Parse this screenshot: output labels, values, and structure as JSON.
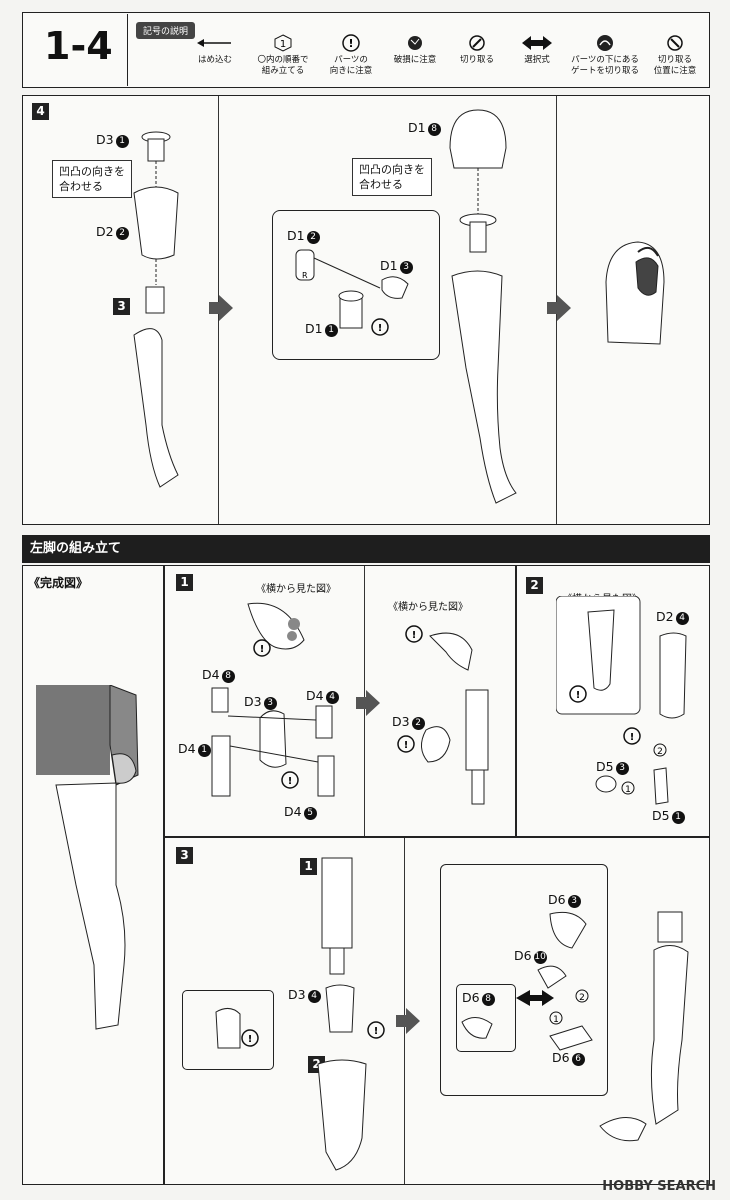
{
  "header": {
    "step_title": "1-4",
    "legend_tag": "記号の説明",
    "legend": [
      {
        "icon": "arrow-left-icon",
        "label": "はめ込む"
      },
      {
        "icon": "number-circle-icon",
        "label": "〇内の順番で\n組み立てる"
      },
      {
        "icon": "caution-icon",
        "label": "パーツの\n向きに注意"
      },
      {
        "icon": "breakage-icon",
        "label": "破損に注意"
      },
      {
        "icon": "cut-icon",
        "label": "切り取る"
      },
      {
        "icon": "double-arrow-icon",
        "label": "選択式"
      },
      {
        "icon": "gate-cut-icon",
        "label": "パーツの下にある\nゲートを切り取る"
      },
      {
        "icon": "cut-position-icon",
        "label": "切り取る\n位置に注意"
      }
    ]
  },
  "step4": {
    "num": "4",
    "p1": {
      "d3": "D3",
      "d3n": "1",
      "note": "凹凸の向きを\n合わせる",
      "d2": "D2",
      "d2n": "2",
      "ref": "3"
    },
    "p2": {
      "d1top": "D1",
      "d1topn": "8",
      "note": "凹凸の向きを\n合わせる",
      "inset": {
        "a": "D1",
        "an": "2",
        "b": "D1",
        "bn": "3",
        "c": "D1",
        "cn": "1",
        "r": "R"
      }
    }
  },
  "section": {
    "title": "左脚の組み立て",
    "complete": "《完成図》"
  },
  "s1": {
    "num": "1",
    "side": "《横から見た図》",
    "d4a": "D4",
    "d4an": "8",
    "d3": "D3",
    "d3n": "3",
    "d4b": "D4",
    "d4bn": "4",
    "d4c": "D4",
    "d4cn": "1",
    "d4d": "D4",
    "d4dn": "5",
    "side2": "《横から見た図》",
    "d3b": "D3",
    "d3bn": "2"
  },
  "s2": {
    "num": "2",
    "side": "《横から見た図》",
    "d2": "D2",
    "d2n": "4",
    "d5a": "D5",
    "d5an": "3",
    "d5b": "D5",
    "d5bn": "1",
    "o1": "1",
    "o2": "2"
  },
  "s3": {
    "num": "3",
    "ref1": "1",
    "d3": "D3",
    "d3n": "4",
    "ref2": "2",
    "d6a": "D6",
    "d6an": "3",
    "d6b": "D6",
    "d6bn": "10",
    "d6c": "D6",
    "d6cn": "8",
    "d6d": "D6",
    "d6dn": "6",
    "o1": "1",
    "o2": "2"
  },
  "watermark": "HOBBY SEARCH"
}
